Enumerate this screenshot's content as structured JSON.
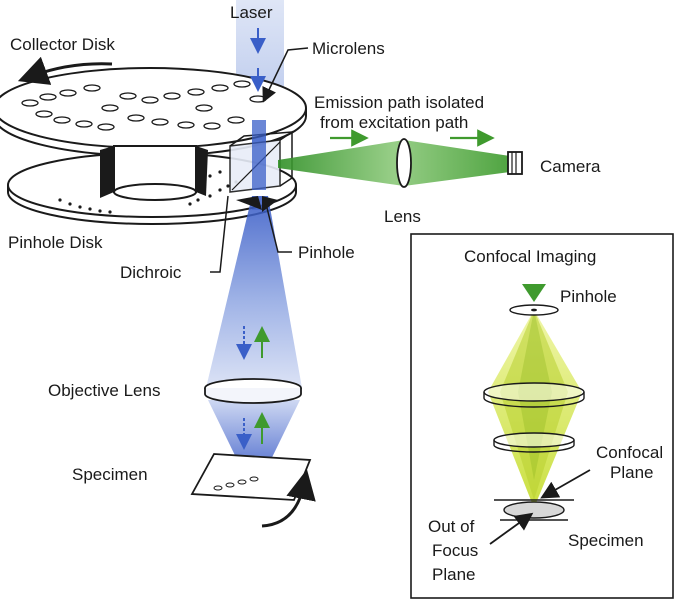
{
  "labels": {
    "laser": "Laser",
    "collector_disk": "Collector Disk",
    "microlens": "Microlens",
    "emission_line1": "Emission path isolated",
    "emission_line2": "from excitation path",
    "camera": "Camera",
    "lens": "Lens",
    "pinhole_disk": "Pinhole Disk",
    "pinhole": "Pinhole",
    "dichroic": "Dichroic",
    "objective_lens": "Objective Lens",
    "specimen": "Specimen"
  },
  "inset": {
    "title": "Confocal Imaging",
    "pinhole": "Pinhole",
    "confocal_line1": "Confocal",
    "confocal_line2": "Plane",
    "specimen": "Specimen",
    "oof_line1": "Out of",
    "oof_line2": "Focus",
    "oof_line3": "Plane"
  },
  "colors": {
    "excitation_blue": "#3a5fc8",
    "emission_green": "#3f9a2e",
    "inset_yellow": "#d9e84a",
    "outline": "#1a1a1a"
  }
}
